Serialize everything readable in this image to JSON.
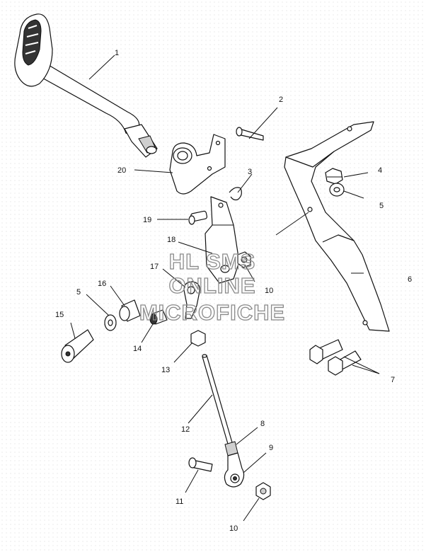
{
  "diagram": {
    "watermark": [
      "HL SMS",
      "ONLINE",
      "MICROFICHE"
    ],
    "callouts": [
      {
        "id": "callout-1",
        "text": "1"
      },
      {
        "id": "callout-2",
        "text": "2"
      },
      {
        "id": "callout-3",
        "text": "3"
      },
      {
        "id": "callout-4",
        "text": "4"
      },
      {
        "id": "callout-5a",
        "text": "5"
      },
      {
        "id": "callout-5b",
        "text": "5"
      },
      {
        "id": "callout-6",
        "text": "6"
      },
      {
        "id": "callout-7",
        "text": "7"
      },
      {
        "id": "callout-8",
        "text": "8"
      },
      {
        "id": "callout-9",
        "text": "9"
      },
      {
        "id": "callout-10a",
        "text": "10"
      },
      {
        "id": "callout-10b",
        "text": "10"
      },
      {
        "id": "callout-11",
        "text": "11"
      },
      {
        "id": "callout-12",
        "text": "12"
      },
      {
        "id": "callout-13",
        "text": "13"
      },
      {
        "id": "callout-14",
        "text": "14"
      },
      {
        "id": "callout-15",
        "text": "15"
      },
      {
        "id": "callout-16",
        "text": "16"
      },
      {
        "id": "callout-17",
        "text": "17"
      },
      {
        "id": "callout-18",
        "text": "18"
      },
      {
        "id": "callout-19",
        "text": "19"
      },
      {
        "id": "callout-20",
        "text": "20"
      }
    ]
  }
}
